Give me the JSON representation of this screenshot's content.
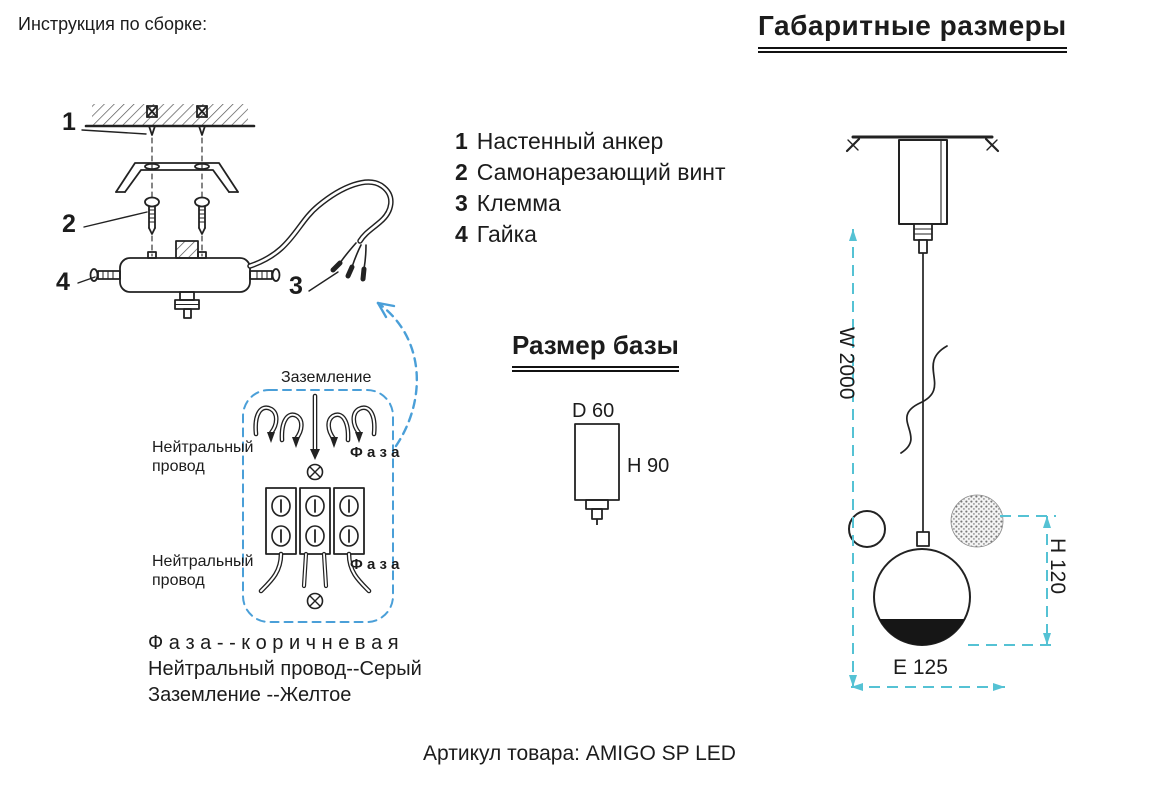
{
  "page": {
    "title_left": "Инструкция по сборке:",
    "title_right": "Габаритные размеры",
    "footer": "Артикул товара: AMIGO SP LED"
  },
  "parts_list": {
    "items": [
      {
        "num": "1",
        "label": "Настенный анкер"
      },
      {
        "num": "2",
        "label": "Самонарезающий винт"
      },
      {
        "num": "3",
        "label": "Клемма"
      },
      {
        "num": "4",
        "label": "Гайка"
      }
    ]
  },
  "assembly": {
    "callouts": {
      "c1": "1",
      "c2": "2",
      "c3": "3",
      "c4": "4"
    }
  },
  "wiring": {
    "ground": "Заземление",
    "neutral_top": "Нейтральный провод",
    "neutral_bottom": "Нейтральный провод",
    "phase_top": "Ф а з а",
    "phase_bottom": "Ф а з а",
    "legend": {
      "phase": "Ф а з а - - к о р и ч н е в а я",
      "neutral": "Нейтральный провод--Серый",
      "ground": "Заземление --Желтое"
    }
  },
  "base_size": {
    "title": "Размер базы",
    "diameter": "D 60",
    "height": "H 90"
  },
  "dimensions": {
    "wire": "W 2000",
    "lamp_height": "H 120",
    "lamp_width": "E 125"
  },
  "colors": {
    "accent_cyan": "#55c2d4",
    "accent_blue": "#4a9fd8",
    "ink": "#1c1c1c"
  }
}
